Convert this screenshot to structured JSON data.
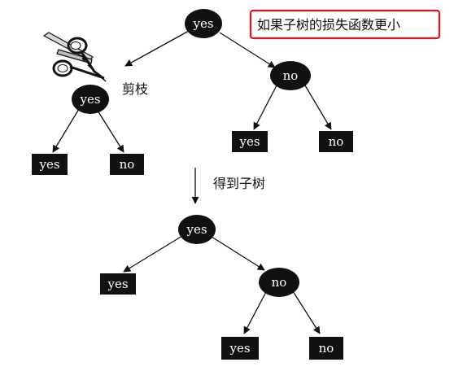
{
  "annotations": {
    "condition": "如果子树的损失函数更小",
    "prune": "剪枝",
    "result": "得到子树"
  },
  "original_tree": {
    "root": "yes",
    "left_internal": "yes",
    "left_leaf_1": "yes",
    "left_leaf_2": "no",
    "right_internal": "no",
    "right_leaf_1": "yes",
    "right_leaf_2": "no"
  },
  "pruned_tree": {
    "root": "yes",
    "left_leaf": "yes",
    "right_internal": "no",
    "right_leaf_1": "yes",
    "right_leaf_2": "no"
  },
  "colors": {
    "node_fill": "#111111",
    "node_text": "#ffffff",
    "highlight_border": "#e0141e"
  }
}
